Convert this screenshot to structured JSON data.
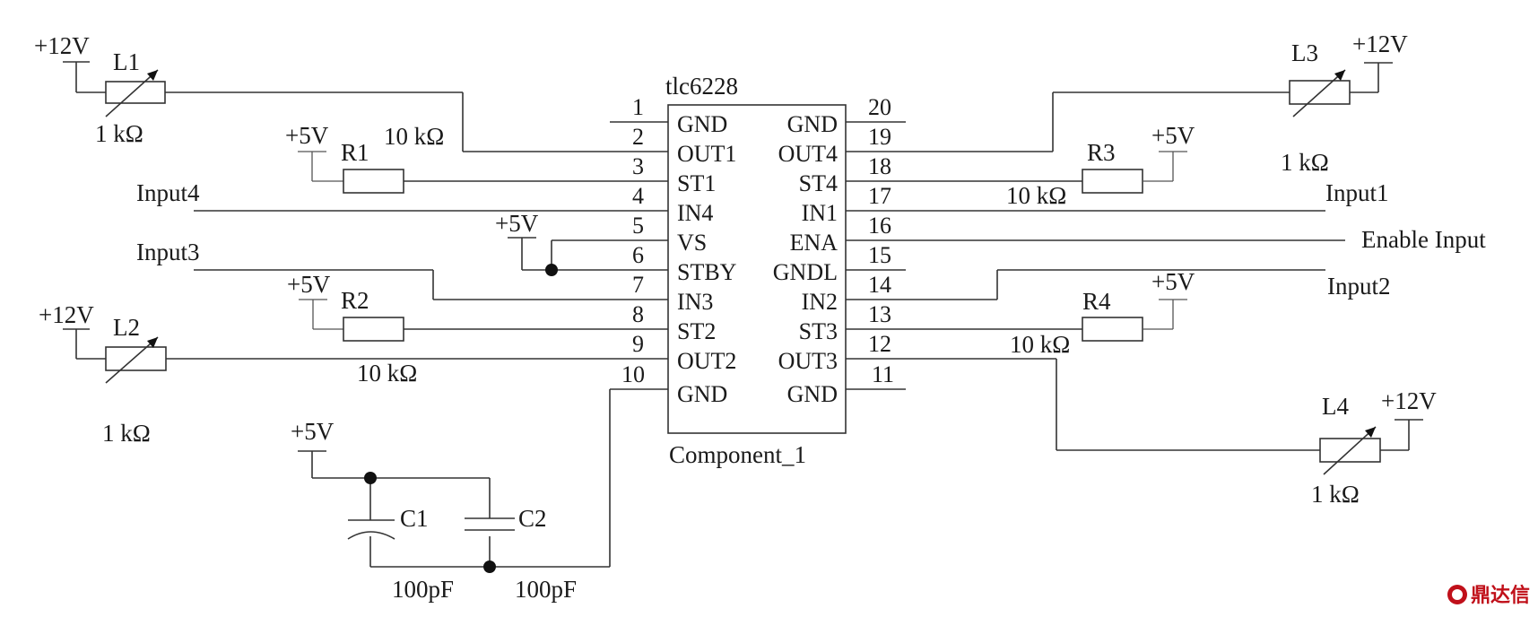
{
  "chip": {
    "name": "tlc6228",
    "component_label": "Component_1",
    "left_pins": [
      {
        "num": "1",
        "name": ""
      },
      {
        "num": "2",
        "name": "GND"
      },
      {
        "num": "3",
        "name": "OUT1"
      },
      {
        "num": "4",
        "name": "ST1"
      },
      {
        "num": "5",
        "name": "IN4"
      },
      {
        "num": "6",
        "name": "VS"
      },
      {
        "num": "7",
        "name": "STBY"
      },
      {
        "num": "8",
        "name": "IN3"
      },
      {
        "num": "9",
        "name": "ST2"
      },
      {
        "num": "10",
        "name": "OUT2"
      }
    ],
    "left_last_name": "GND",
    "right_pins": [
      {
        "num": "20",
        "name": "GND"
      },
      {
        "num": "19",
        "name": "OUT4"
      },
      {
        "num": "18",
        "name": "ST4"
      },
      {
        "num": "17",
        "name": "IN1"
      },
      {
        "num": "16",
        "name": "ENA"
      },
      {
        "num": "15",
        "name": "GNDL"
      },
      {
        "num": "14",
        "name": "IN2"
      },
      {
        "num": "13",
        "name": "ST3"
      },
      {
        "num": "12",
        "name": "OUT3"
      },
      {
        "num": "11",
        "name": "GND"
      }
    ]
  },
  "inputs": {
    "input1": "Input1",
    "input2": "Input2",
    "input3": "Input3",
    "input4": "Input4",
    "enable": "Enable  Input"
  },
  "supplies": {
    "v12": "+12V",
    "v5": "+5V"
  },
  "components": {
    "L1": {
      "name": "L1",
      "value": "1 kΩ"
    },
    "L2": {
      "name": "L2",
      "value": "1 kΩ"
    },
    "L3": {
      "name": "L3",
      "value": "1 kΩ"
    },
    "L4": {
      "name": "L4",
      "value": "1 kΩ"
    },
    "R1": {
      "name": "R1",
      "value": "10 kΩ"
    },
    "R2": {
      "name": "R2",
      "value": "10 kΩ"
    },
    "R3": {
      "name": "R3",
      "value": "10 kΩ"
    },
    "R4": {
      "name": "R4",
      "value": "10 kΩ"
    },
    "C1": {
      "name": "C1",
      "value": "100pF"
    },
    "C2": {
      "name": "C2",
      "value": "100pF"
    }
  },
  "watermark": "鼎达信"
}
